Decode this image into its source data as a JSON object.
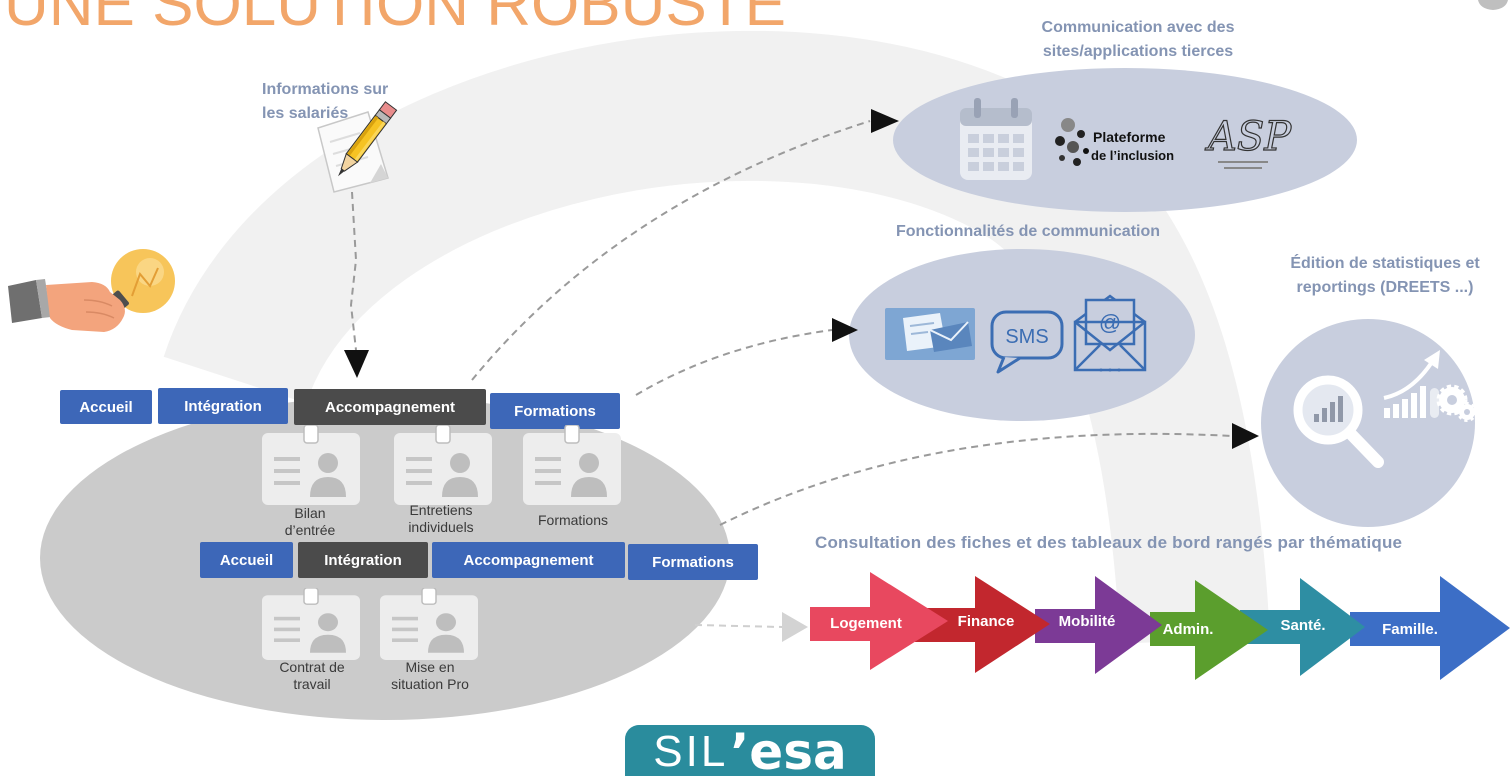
{
  "title": "UNE SOLUTION ROBUSTE",
  "colors": {
    "title": "#F2A66A",
    "heading": "#8494B3",
    "tab_default": "#3D67B8",
    "tab_active": "#4B4B4B",
    "process_ellipse": "#CBCBCB",
    "feature_ellipse": "#C8CEDE",
    "logo_bg": "#2A8C9D"
  },
  "employee_info": {
    "lines": [
      "Informations sur",
      "les salariés"
    ],
    "icon": "pencil-paper-icon"
  },
  "idea_icon": "hand-lightbulb-icon",
  "process": {
    "card_icon": "id-badge-icon",
    "row1": {
      "tabs": [
        {
          "label": "Accueil",
          "active": false
        },
        {
          "label": "Intégration",
          "active": false
        },
        {
          "label": "Accompagnement",
          "active": true
        },
        {
          "label": "Formations",
          "active": false
        }
      ],
      "cards": [
        {
          "lines": [
            "Bilan",
            "d’entrée"
          ]
        },
        {
          "lines": [
            "Entretiens",
            "individuels"
          ]
        },
        {
          "lines": [
            "Formations"
          ]
        }
      ]
    },
    "row2": {
      "tabs": [
        {
          "label": "Accueil",
          "active": false
        },
        {
          "label": "Intégration",
          "active": true
        },
        {
          "label": "Accompagnement",
          "active": false
        },
        {
          "label": "Formations",
          "active": false
        }
      ],
      "cards": [
        {
          "lines": [
            "Contrat de",
            "travail"
          ]
        },
        {
          "lines": [
            "Mise en",
            "situation Pro"
          ]
        }
      ]
    }
  },
  "third_party": {
    "heading": [
      "Communication avec des",
      "sites/applications tierces"
    ],
    "calendar_icon": "calendar-icon",
    "inclusion_logo": [
      "Plateforme",
      "de l’inclusion"
    ],
    "asp_logo": "ASP"
  },
  "communication": {
    "heading": "Fonctionnalités de communication",
    "email_icon": "email-screen-icon",
    "sms_label": "SMS",
    "at_symbol": "@"
  },
  "statistics": {
    "heading": [
      "Édition de statistiques et",
      "reportings (DREETS ...)"
    ],
    "icons": [
      "magnifier-chart-icon",
      "growth-chart-icon",
      "gears-icon"
    ]
  },
  "consultation": {
    "heading": "Consultation des fiches et des tableaux de bord rangés par thématique",
    "arrows": [
      {
        "label": "Logement",
        "color": "#E8485F"
      },
      {
        "label": "Finance",
        "color": "#C2272E"
      },
      {
        "label": "Mobilité",
        "color": "#7C3A96"
      },
      {
        "label": "Admin.",
        "color": "#5B9E2D"
      },
      {
        "label": "Santé.",
        "color": "#2E8EA3"
      },
      {
        "label": "Famille.",
        "color": "#3C6EC6"
      }
    ]
  },
  "logo": {
    "part1": "SIL",
    "part2": "’esa"
  }
}
